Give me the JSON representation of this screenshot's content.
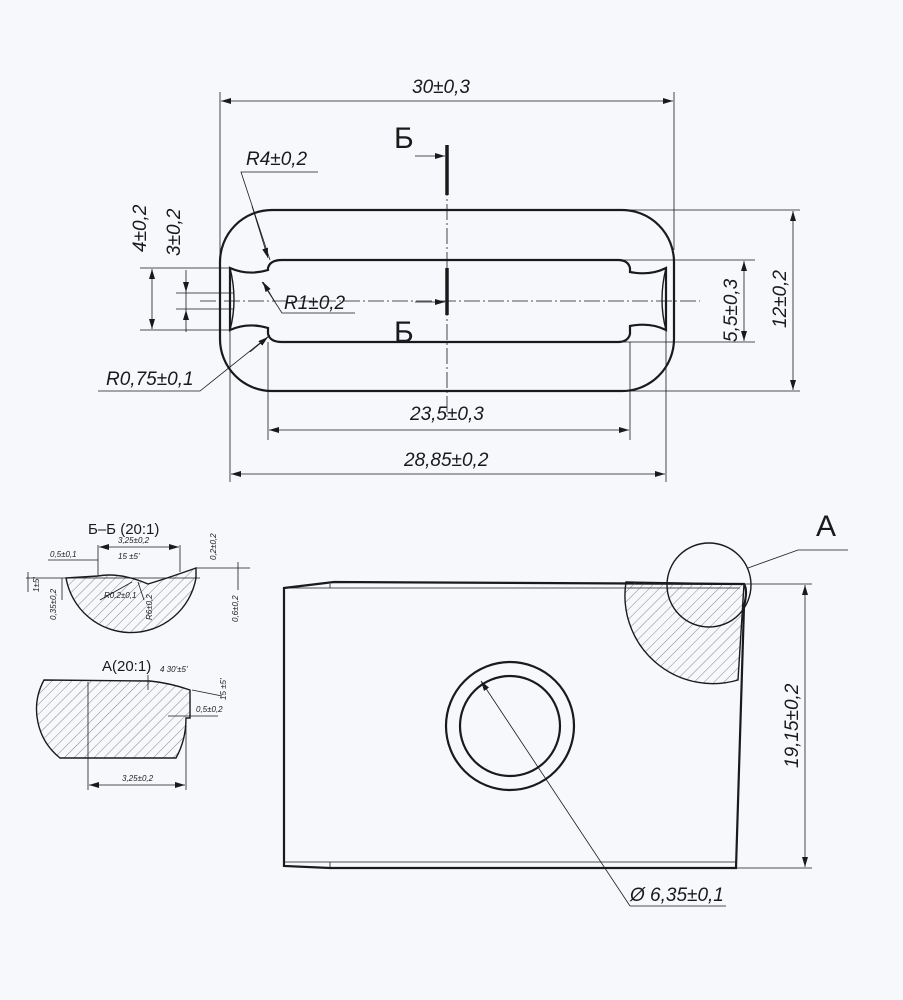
{
  "top_view": {
    "overall_length": "30±0,3",
    "corner_radius": "R4±0,2",
    "small_radius": "R1±0,2",
    "edge_radius": "R0,75±0,1",
    "height_4": "4±0,2",
    "height_3": "3±0,2",
    "slot_height": "5,5±0,3",
    "overall_width": "12±0,2",
    "slot_length": "23,5±0,3",
    "inner_length": "28,85±0,2",
    "section_mark_top": "Б",
    "section_mark_bottom": "Б"
  },
  "section_view": {
    "title": "Б–Б (20:1)",
    "dim_width": "3,25±0,2",
    "dim_offset": "0,5±0,1",
    "angle": "15 ±5'",
    "dim_right_top": "0,2±0,2",
    "dim_left_small": "1±5'",
    "radius_small": "R0,2±0,1",
    "radius_large": "R6±0,2",
    "dim_left_depth": "0,35±0,2",
    "dim_right_depth": "0,6±0,2"
  },
  "detail_view": {
    "title": "A(20:1)",
    "angle_label": "4  30'±5'",
    "angle_right": "15 ±5'",
    "step": "0,5±0,2",
    "width": "3,25±0,2"
  },
  "side_view": {
    "detail_callout": "A",
    "height": "19,15±0,2",
    "hole_diameter": "Ø 6,35±0,1"
  }
}
